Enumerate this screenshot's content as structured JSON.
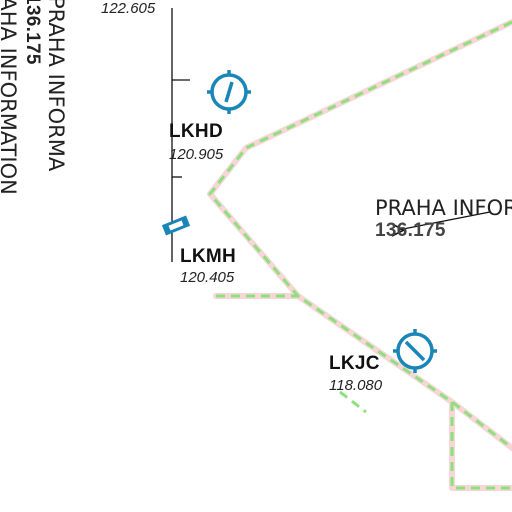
{
  "airports": [
    {
      "code": "LKHD",
      "frequency": "120.905",
      "symbol": "airport-circle-icon"
    },
    {
      "code": "LKMH",
      "frequency": "120.405",
      "symbol": "airstrip-rectangle-icon"
    },
    {
      "code": "LKJC",
      "frequency": "118.080",
      "symbol": "airport-circle-icon"
    }
  ],
  "top_frequency": "122.605",
  "fir": {
    "name": "PRAHA INFORMATION",
    "frequency": "136.175",
    "left_edge_name_1": "PRAHA INFORMA",
    "left_edge_freq": "136.175",
    "left_edge_name_2": "PRAHA INFORMATION"
  },
  "colors": {
    "airport_symbol": "#1a86b8",
    "boundary_band": "#f7d6d6",
    "boundary_dash": "#8ee07e",
    "tick_line": "#111111"
  }
}
